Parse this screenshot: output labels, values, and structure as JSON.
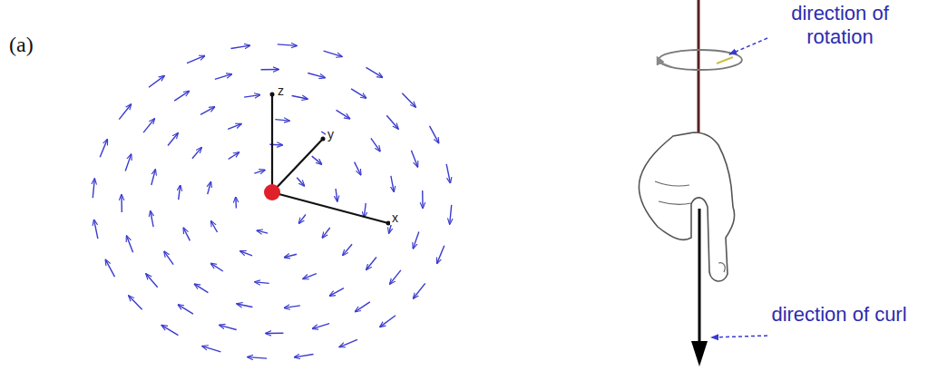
{
  "diagram": {
    "labels": [
      "(a)",
      "z",
      "y",
      "x",
      "direction of rotation",
      "direction of curl"
    ]
  }
}
